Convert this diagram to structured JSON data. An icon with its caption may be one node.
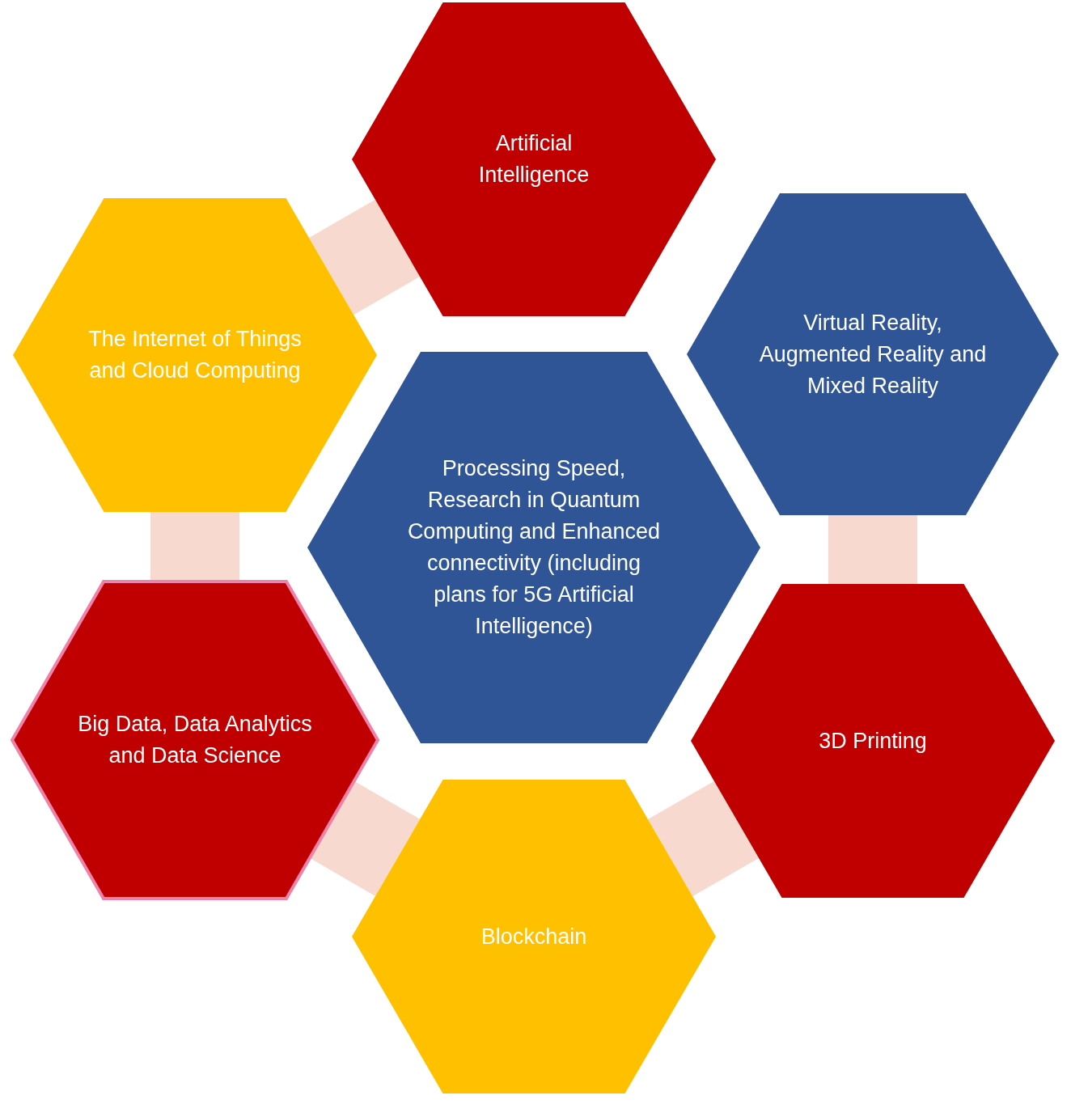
{
  "diagram": {
    "nodes": [
      {
        "text": [
          "Artificial Intelligence"
        ]
      },
      {
        "text": [
          "The Internet of Things and Cloud Computing"
        ]
      },
      {
        "text": [
          "Virtual Reality, Augmented Reality and Mixed Reality"
        ]
      },
      {
        "text": [
          "Processing Speed, Research in Quantum Computing and Enhanced connectivity (including plans for 5G Artificial Intelligence)"
        ]
      },
      {
        "text": [
          "Big Data, Data Analytics and Data Science"
        ]
      },
      {
        "text": [
          "3D Printing"
        ]
      },
      {
        "text": [
          "Blockchain"
        ]
      }
    ],
    "edges": [
      {
        "from": 0,
        "to": 1,
        "arrow": "none"
      },
      {
        "from": 1,
        "to": 4,
        "arrow": "none"
      },
      {
        "from": 4,
        "to": 6,
        "arrow": "none"
      },
      {
        "from": 6,
        "to": 5,
        "arrow": "none"
      },
      {
        "from": 2,
        "to": 5,
        "arrow": "none"
      }
    ]
  }
}
